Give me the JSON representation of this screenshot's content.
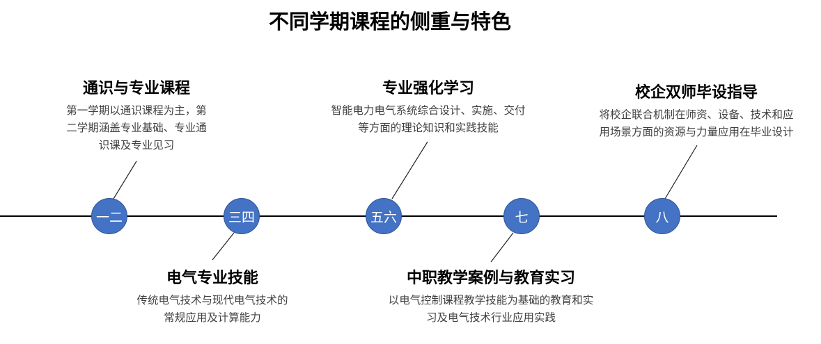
{
  "title": "不同学期课程的侧重与特色",
  "nodes": [
    {
      "label": "一二"
    },
    {
      "label": "三四"
    },
    {
      "label": "五六"
    },
    {
      "label": "七"
    },
    {
      "label": "八"
    }
  ],
  "blocks": [
    {
      "title": "通识与专业课程",
      "lines": [
        "第一学期以通识课程为主，第",
        "二学期涵盖专业基础、专业通",
        "识课及专业见习"
      ]
    },
    {
      "title": "电气专业技能",
      "lines": [
        "传统电气技术与现代电气技术的",
        "常规应用及计算能力"
      ]
    },
    {
      "title": "专业强化学习",
      "lines": [
        "智能电力电气系统综合设计、实施、交付",
        "等方面的理论知识和实践技能"
      ]
    },
    {
      "title": "中职教学案例与教育实习",
      "lines": [
        "以电气控制课程教学技能为基础的教育和实",
        "习及电气技术行业应用实践"
      ]
    },
    {
      "title": "校企双师毕设指导",
      "lines": [
        "将校企联合机制在师资、设备、技术和应",
        "用场景方面的资源与力量应用在毕业设计"
      ]
    }
  ],
  "colors": {
    "node": "#4472C4"
  }
}
